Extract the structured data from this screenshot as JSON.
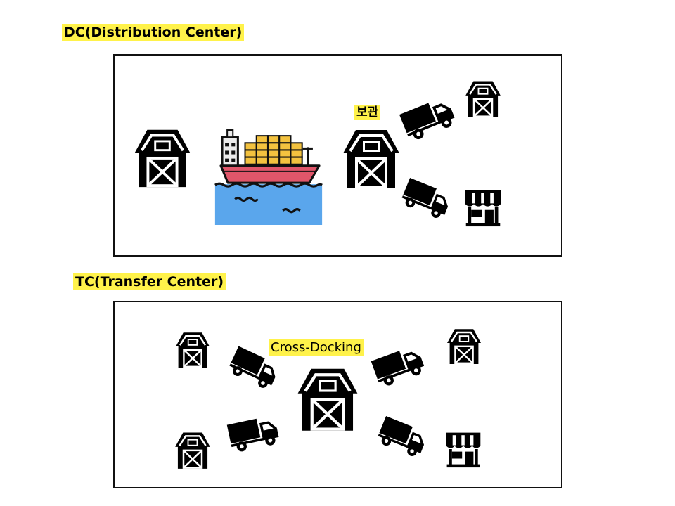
{
  "dc": {
    "title": "DC(Distribution Center)",
    "storage_label": "보관"
  },
  "tc": {
    "title": "TC(Transfer Center)",
    "hub_label": "Cross-Docking"
  },
  "colors": {
    "highlight": "#fff24a",
    "ship_hull": "#e0566a",
    "sea": "#5aa6ec",
    "cargo": "#f3c23f"
  },
  "icons": {
    "warehouse": "barn-warehouse-icon",
    "truck": "delivery-truck-icon",
    "ship": "cargo-ship-icon",
    "store": "storefront-icon"
  }
}
